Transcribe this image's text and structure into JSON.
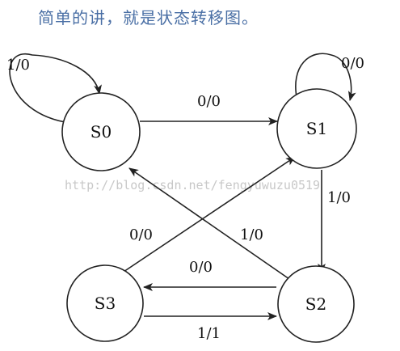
{
  "caption": "简单的讲，就是状态转移图。",
  "watermark": "http://blog.csdn.net/fengyuwuzu0519",
  "states": {
    "s0": "S0",
    "s1": "S1",
    "s2": "S2",
    "s3": "S3"
  },
  "transitions": {
    "s0_self": "1/0",
    "s1_self": "0/0",
    "s0_to_s1": "0/0",
    "s1_to_s2": "1/0",
    "s2_to_s0": "1/0",
    "s3_to_s1": "0/0",
    "s2_to_s3": "0/0",
    "s3_to_s2": "1/1"
  }
}
